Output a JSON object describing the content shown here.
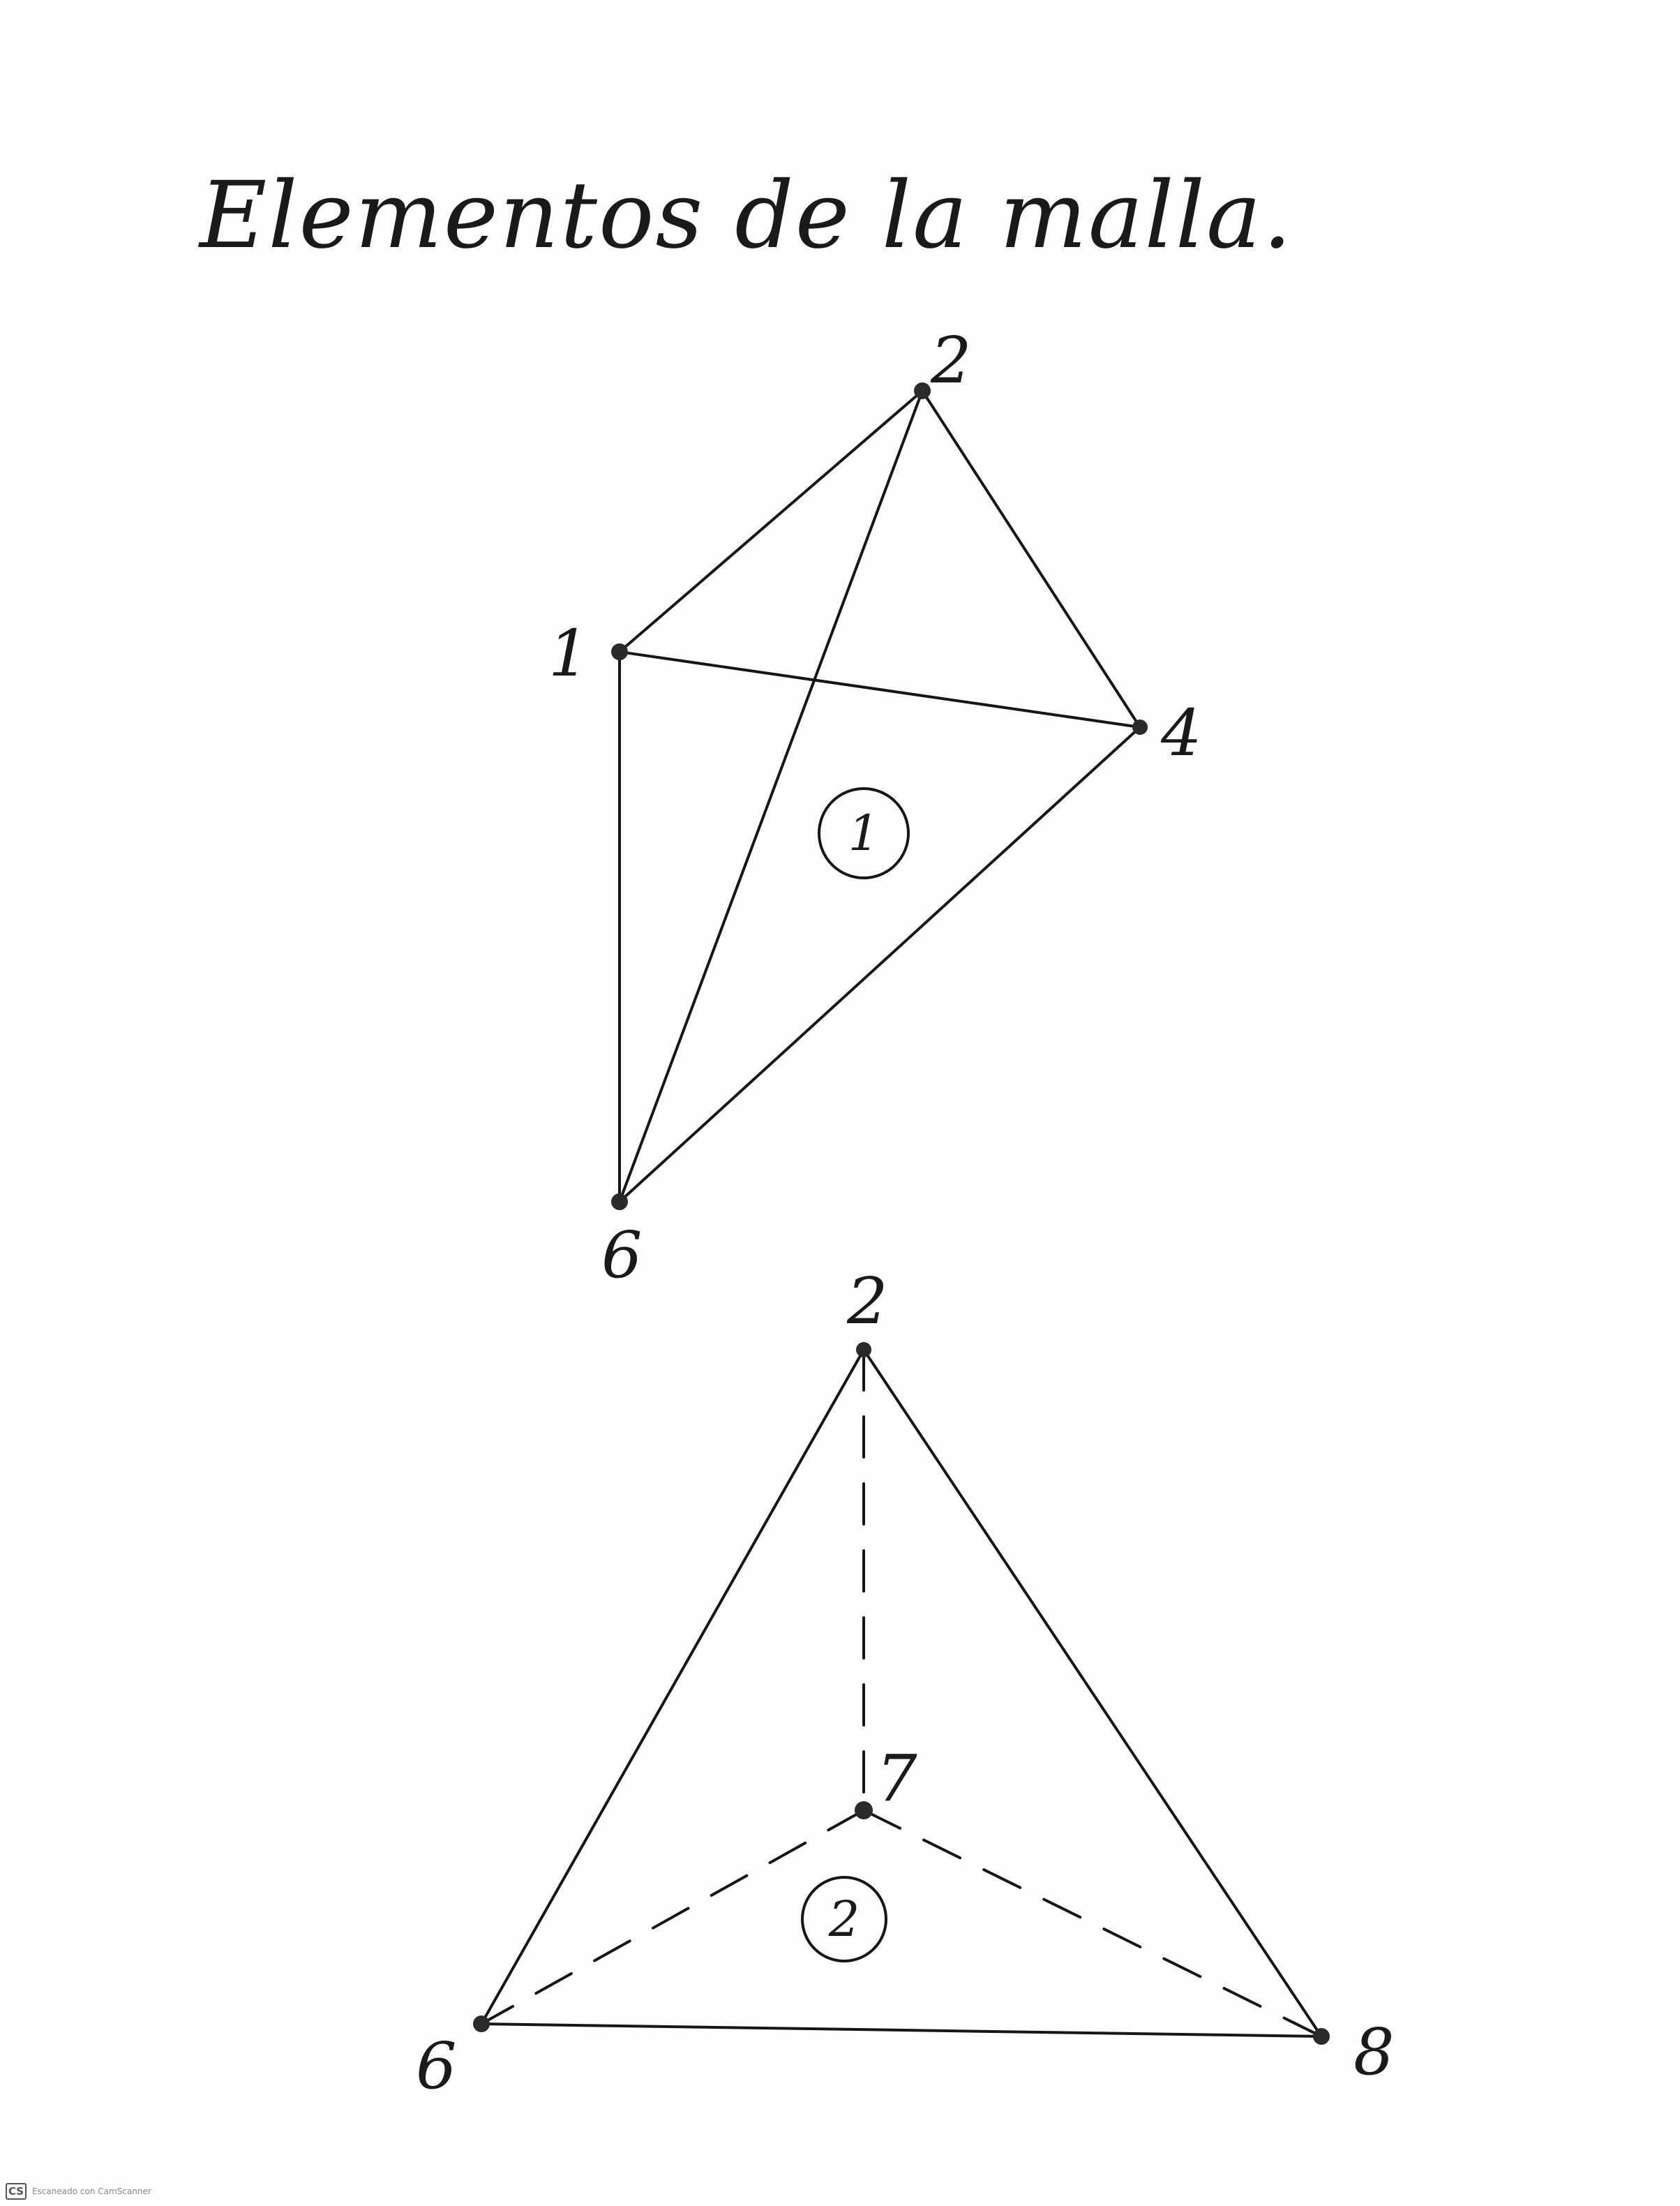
{
  "title": "Elementos de la malla.",
  "elements": [
    {
      "label": "1",
      "nodes": [
        {
          "id": "n1",
          "label": "1"
        },
        {
          "id": "n2",
          "label": "2"
        },
        {
          "id": "n4",
          "label": "4"
        },
        {
          "id": "n6",
          "label": "6"
        }
      ]
    },
    {
      "label": "2",
      "nodes": [
        {
          "id": "n2",
          "label": "2"
        },
        {
          "id": "n7",
          "label": "7"
        },
        {
          "id": "n6",
          "label": "6"
        },
        {
          "id": "n8",
          "label": "8"
        }
      ]
    }
  ],
  "footer": {
    "logo": "CS",
    "text": "Escaneado con CamScanner"
  }
}
